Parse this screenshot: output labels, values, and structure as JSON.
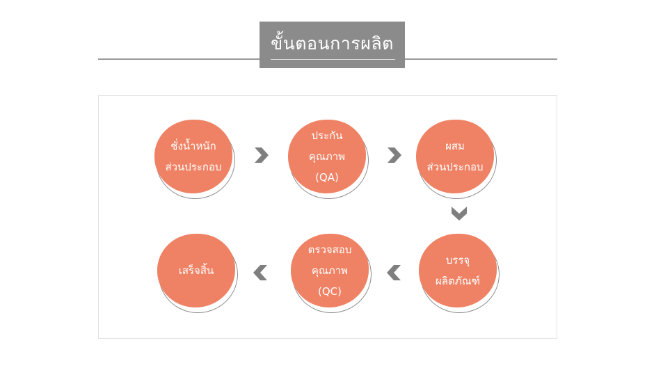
{
  "title": "ขั้นตอนการผลิต",
  "colors": {
    "step_fill": "#ef8265",
    "arrow": "#7f7f7f",
    "title_bg": "#8b8b8b"
  },
  "steps": [
    {
      "lines": [
        "ชั่งน้ำหนัก",
        "ส่วนประกอบ"
      ]
    },
    {
      "lines": [
        "ประกัน",
        "คุณภาพ",
        "(QA)"
      ]
    },
    {
      "lines": [
        "ผสม",
        "ส่วนประกอบ"
      ]
    },
    {
      "lines": [
        "บรรจุ",
        "ผลิตภัณฑ์"
      ]
    },
    {
      "lines": [
        "ตรวจสอบ",
        "คุณภาพ",
        "(QC)"
      ]
    },
    {
      "lines": [
        "เสร็จสิ้น"
      ]
    }
  ],
  "arrows": [
    {
      "direction": "right",
      "icon": "chevron-right-icon"
    },
    {
      "direction": "right",
      "icon": "chevron-right-icon"
    },
    {
      "direction": "down",
      "icon": "chevron-down-icon"
    },
    {
      "direction": "left",
      "icon": "chevron-left-icon"
    },
    {
      "direction": "left",
      "icon": "chevron-left-icon"
    }
  ]
}
